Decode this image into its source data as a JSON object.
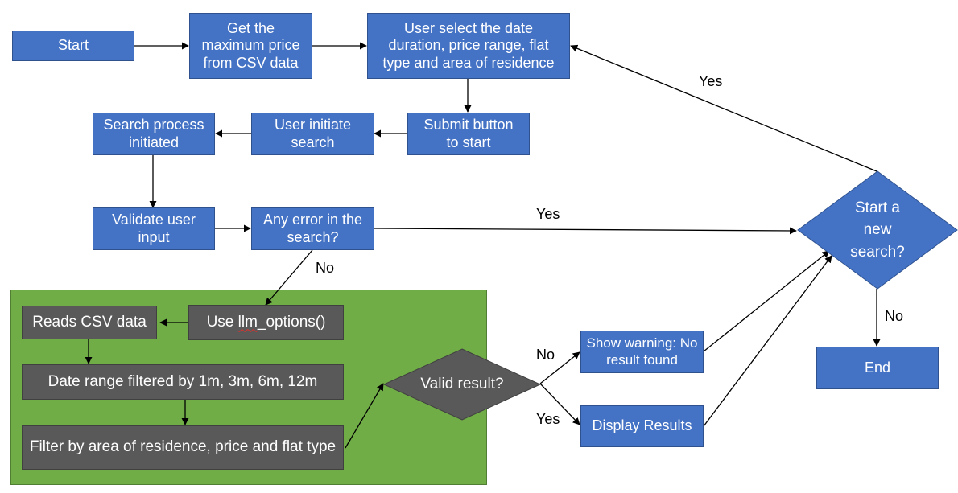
{
  "nodes": {
    "start": "Start",
    "get_max_price": "Get the maximum price from CSV data",
    "user_select": "User select the date duration, price range, flat type and area of residence",
    "submit_button": "Submit button to start",
    "user_initiate": "User initiate search",
    "search_process": "Search process initiated",
    "validate_input": "Validate user input",
    "any_error": "Any error in the search?",
    "use_llm_prefix": "Use ",
    "use_llm_func": "llm",
    "use_llm_suffix": "_options()",
    "reads_csv": "Reads CSV data",
    "date_range": "Date range filtered by 1m, 3m, 6m, 12m",
    "filter_by": "Filter by area of residence, price and flat type",
    "valid_result": "Valid result?",
    "show_warning": "Show warning: No result found",
    "display_results": "Display Results",
    "start_new_search": "Start a new search?",
    "end": "End"
  },
  "edge_labels": {
    "any_error_yes": "Yes",
    "any_error_no": "No",
    "valid_no": "No",
    "valid_yes": "Yes",
    "new_search_yes": "Yes",
    "new_search_no": "No"
  },
  "colors": {
    "process_fill": "#4472c4",
    "process_border": "#2f528f",
    "inner_fill": "#595959",
    "group_fill": "#70ad47",
    "arrow": "#000000"
  }
}
